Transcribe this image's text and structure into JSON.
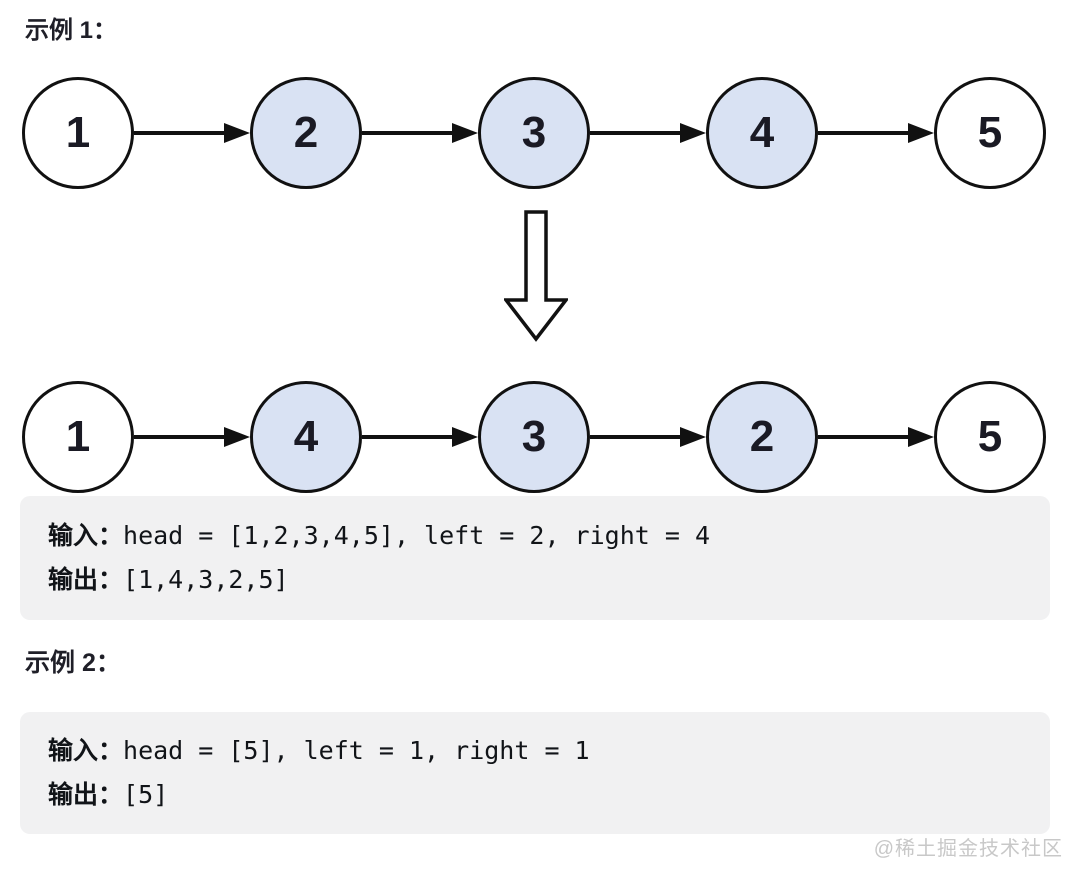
{
  "example1": {
    "title": "示例 1：",
    "before": [
      {
        "value": "1",
        "highlighted": false
      },
      {
        "value": "2",
        "highlighted": true
      },
      {
        "value": "3",
        "highlighted": true
      },
      {
        "value": "4",
        "highlighted": true
      },
      {
        "value": "5",
        "highlighted": false
      }
    ],
    "after": [
      {
        "value": "1",
        "highlighted": false
      },
      {
        "value": "4",
        "highlighted": true
      },
      {
        "value": "3",
        "highlighted": true
      },
      {
        "value": "2",
        "highlighted": true
      },
      {
        "value": "5",
        "highlighted": false
      }
    ],
    "io": {
      "input_label": "输入：",
      "input_value": "head = [1,2,3,4,5], left = 2, right = 4",
      "output_label": "输出：",
      "output_value": "[1,4,3,2,5]"
    }
  },
  "example2": {
    "title": "示例 2：",
    "io": {
      "input_label": "输入：",
      "input_value": "head = [5], left = 1, right = 1",
      "output_label": "输出：",
      "output_value": "[5]"
    }
  },
  "watermark": "@稀土掘金技术社区",
  "colors": {
    "node_highlight": "#d9e2f3",
    "node_default": "#ffffff",
    "box_bg": "#f1f1f2",
    "stroke": "#111111"
  }
}
